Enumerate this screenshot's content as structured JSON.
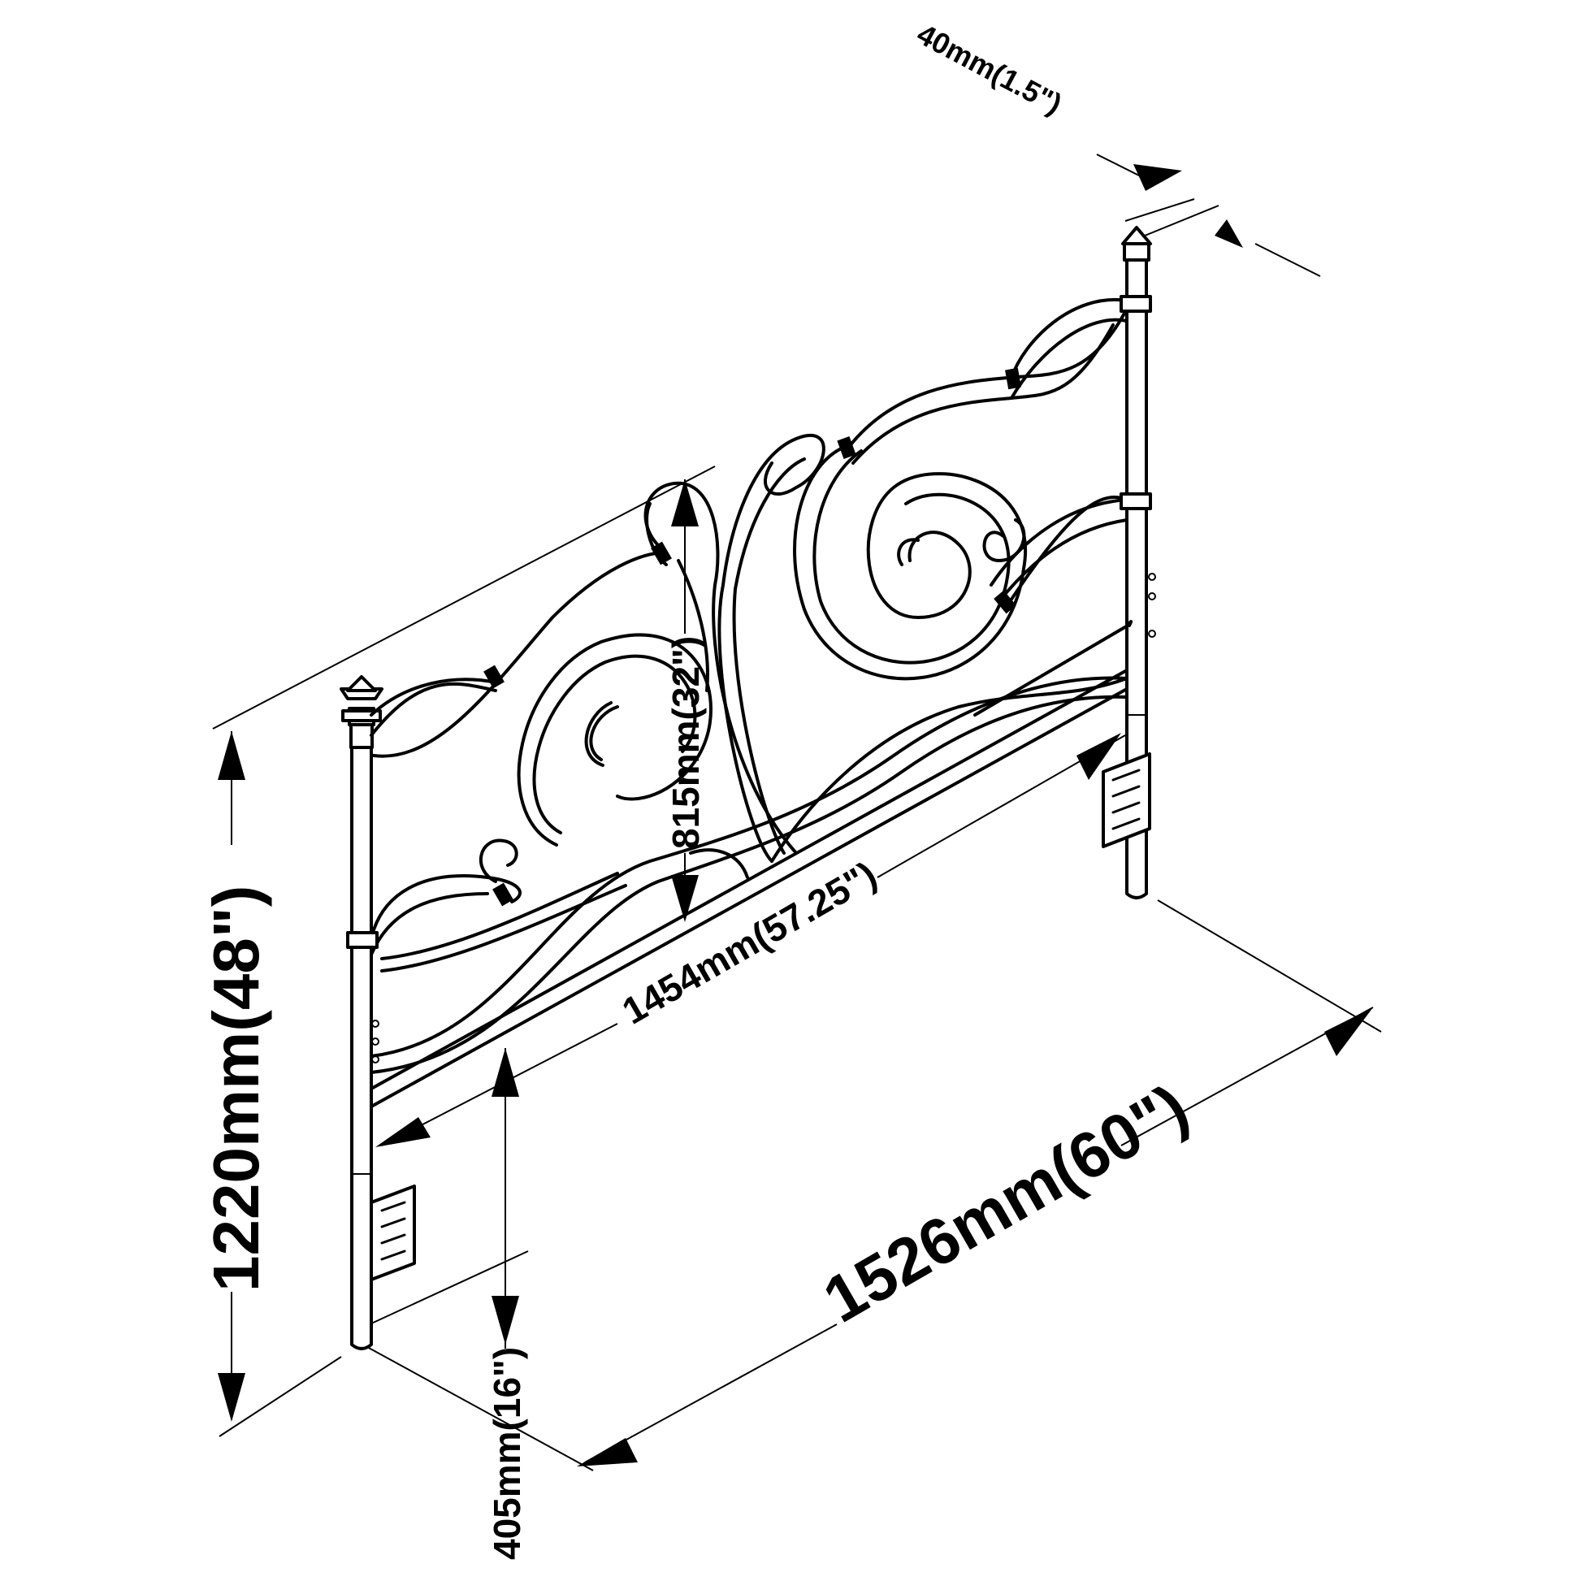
{
  "dimensions": {
    "overall_height": "1220mm(48\")",
    "overall_width": "1526mm(60\")",
    "inner_width": "1454mm(57.25\")",
    "panel_height": "815mm(32\")",
    "leg_clearance": "405mm(16\")",
    "post_thickness": "40mm(1.5\")"
  },
  "colors": {
    "line": "#000000",
    "background": "#ffffff"
  }
}
